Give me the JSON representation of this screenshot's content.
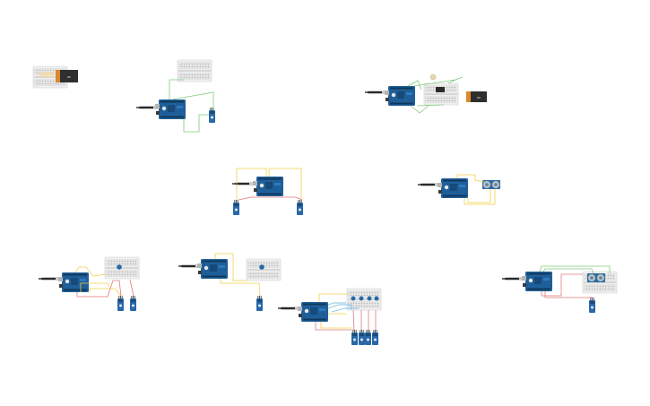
{
  "canvas": {
    "title": "",
    "background": "#ffffff"
  },
  "colors": {
    "arduino_board": "#1f5f99",
    "arduino_dark": "#174a78",
    "usb_cable": "#2b2b2b",
    "breadboard": "#e8e8e8",
    "breadboard_rail": "#d0d0d0",
    "wire_green": "#7ecb7a",
    "wire_yellow": "#f2cf4a",
    "wire_red": "#e07a7a",
    "wire_blue": "#7fc3e6",
    "battery": "#2f2f2f",
    "battery_cap": "#d8892c",
    "sensor_blue": "#2868a8",
    "ultrasonic_eye": "#b9c7d2"
  },
  "battery": {
    "label": "9V"
  },
  "circuits": [
    {
      "name": "battery-breadboard-circuit"
    },
    {
      "name": "arduino-breadboard-sensor-circuit-1"
    },
    {
      "name": "arduino-battery-breadboard-circuit"
    },
    {
      "name": "arduino-two-sensor-circuit"
    },
    {
      "name": "arduino-ultrasonic-circuit-1"
    },
    {
      "name": "arduino-breadboard-two-sensor-circuit"
    },
    {
      "name": "arduino-breadboard-sensor-circuit-2"
    },
    {
      "name": "arduino-four-sensor-circuit"
    },
    {
      "name": "arduino-ultrasonic-circuit-2"
    }
  ]
}
